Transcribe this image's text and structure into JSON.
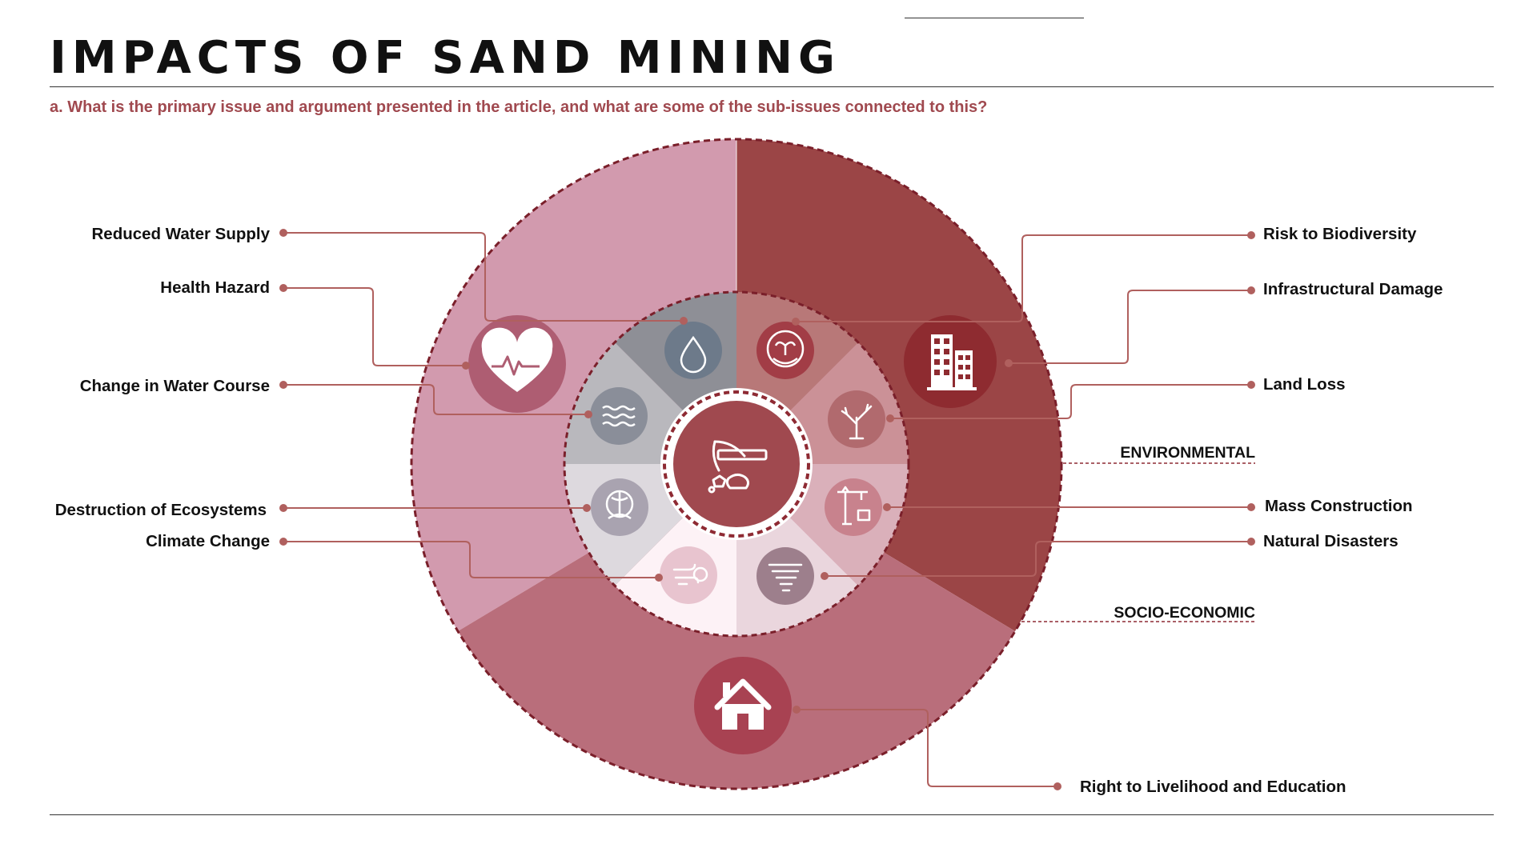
{
  "title": "IMPACTS OF SAND MINING",
  "question": "a. What is the primary issue and argument presented in the article, and what are some of the sub-issues connected to this?",
  "categories": {
    "environmental": "ENVIRONMENTAL",
    "socio_economic": "SOCIO-ECONOMIC"
  },
  "labels": {
    "reduced_water_supply": "Reduced Water Supply",
    "health_hazard": "Health Hazard",
    "change_in_water_course": "Change in Water Course",
    "destruction_of_ecosystems": "Destruction of Ecosystems",
    "climate_change": "Climate Change",
    "risk_to_biodiversity": "Risk to Biodiversity",
    "infrastructural_damage": "Infrastructural Damage",
    "land_loss": "Land Loss",
    "mass_construction": "Mass Construction",
    "natural_disasters": "Natural Disasters",
    "right_to_livelihood": "Right to Livelihood and Education"
  },
  "colors": {
    "accent": "#a0494f",
    "outer_left": "#d29aae",
    "outer_right": "#9b4546",
    "outer_bottom": "#b96e7b",
    "dashed_ring": "#7a1f2a",
    "connector": "#b0605e"
  },
  "icons": {
    "center": "pickaxe-icon",
    "heart": "heartbeat-icon",
    "building": "building-icon",
    "house": "house-icon",
    "water_drop": "water-drop-icon",
    "waves": "waves-icon",
    "ecosystem": "ecosystem-icon",
    "wind": "wind-icon",
    "tornado": "tornado-icon",
    "crane": "crane-icon",
    "dead_tree": "dead-tree-icon",
    "hands_plant": "hands-plant-icon"
  }
}
